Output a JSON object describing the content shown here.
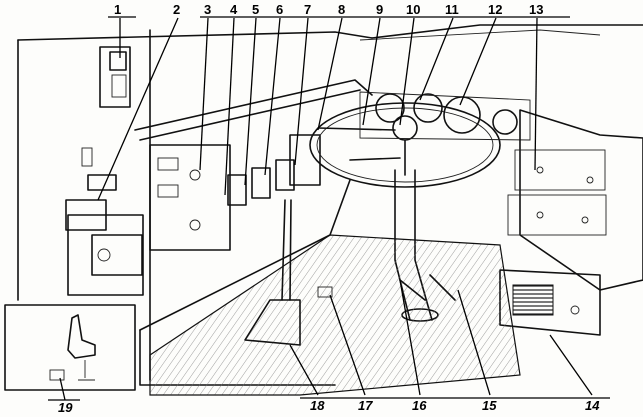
{
  "callouts": {
    "c1": "1",
    "c2": "2",
    "c3": "3",
    "c4": "4",
    "c5": "5",
    "c6": "6",
    "c7": "7",
    "c8": "8",
    "c9": "9",
    "c10": "10",
    "c11": "11",
    "c12": "12",
    "c13": "13",
    "c14": "14",
    "c15": "15",
    "c16": "16",
    "c17": "17",
    "c18": "18",
    "c19": "19"
  },
  "colors": {
    "ink": "#111111",
    "paper": "#fdfdfb"
  }
}
